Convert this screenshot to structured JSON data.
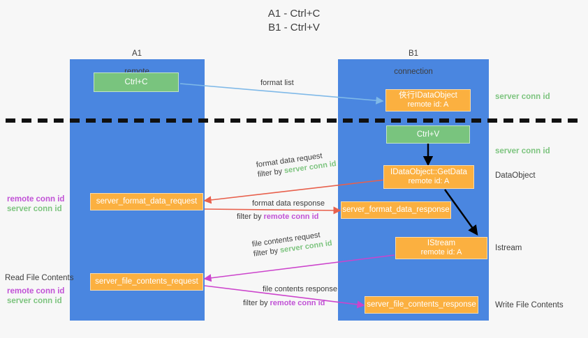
{
  "title": "A1 - Ctrl+C\nB1 - Ctrl+V",
  "colors": {
    "lane": "#4a86e0",
    "node_orange": "#fbb040",
    "node_green": "#79c47e",
    "remote_conn_id": "#c152d6",
    "server_conn_id": "#7dc47f",
    "arrow_blue": "#7fb9e8",
    "arrow_red": "#e8604c",
    "arrow_magenta": "#cc44cc",
    "arrow_black": "#000000",
    "background": "#f7f7f7"
  },
  "columns": [
    {
      "id": "a1",
      "name": "A1",
      "sub": "remote"
    },
    {
      "id": "b1",
      "name": "B1",
      "sub": "connection"
    }
  ],
  "nodes": [
    {
      "id": "ctrl-c",
      "line1": "Ctrl+C",
      "line2": "",
      "style": "green"
    },
    {
      "id": "idataobject-top",
      "line1": "俠行IDataObject",
      "line2": "remote id: A",
      "style": "orange"
    },
    {
      "id": "ctrl-v",
      "line1": "Ctrl+V",
      "line2": "",
      "style": "green"
    },
    {
      "id": "getdata",
      "line1": "IDataObject::GetData",
      "line2": "remote id: A",
      "style": "orange"
    },
    {
      "id": "server-format-data-request",
      "line1": "server_format_data_request",
      "line2": "",
      "style": "orange"
    },
    {
      "id": "server-format-data-response",
      "line1": "server_format_data_response",
      "line2": "",
      "style": "orange"
    },
    {
      "id": "istream",
      "line1": "IStream",
      "line2": "remote id: A",
      "style": "orange"
    },
    {
      "id": "server-file-contents-request",
      "line1": "server_file_contents_request",
      "line2": "",
      "style": "orange"
    },
    {
      "id": "server-file-contents-response",
      "line1": "server_file_contents_response",
      "line2": "",
      "style": "orange"
    }
  ],
  "edge_labels": {
    "format_list": "format list",
    "format_data_request": "format data request",
    "format_data_request_filter_prefix": "filter by ",
    "format_data_request_filter_value": "server conn id",
    "format_data_response": "format data response",
    "format_data_response_filter_prefix": "filter by ",
    "format_data_response_filter_value": "remote conn id",
    "file_contents_request": "file contents request",
    "file_contents_request_filter_prefix": "filter by ",
    "file_contents_request_filter_value": "server conn id",
    "file_contents_response": "file contents response",
    "file_contents_response_filter_prefix": "filter by ",
    "file_contents_response_filter_value": "remote conn id"
  },
  "right_labels": [
    {
      "id": "server-conn-id-1",
      "text": "server conn id",
      "kind": "server"
    },
    {
      "id": "server-conn-id-2",
      "text": "server conn id",
      "kind": "server"
    },
    {
      "id": "dataobject",
      "text": "DataObject",
      "kind": "plain"
    },
    {
      "id": "istream-label",
      "text": "Istream",
      "kind": "plain"
    },
    {
      "id": "write-file-contents",
      "text": "Write File Contents",
      "kind": "plain"
    }
  ],
  "left_labels": {
    "group1": {
      "remote": "remote conn id",
      "server": "server conn id"
    },
    "read_file_contents": "Read File Contents",
    "group2": {
      "remote": "remote conn id",
      "server": "server conn id"
    }
  }
}
